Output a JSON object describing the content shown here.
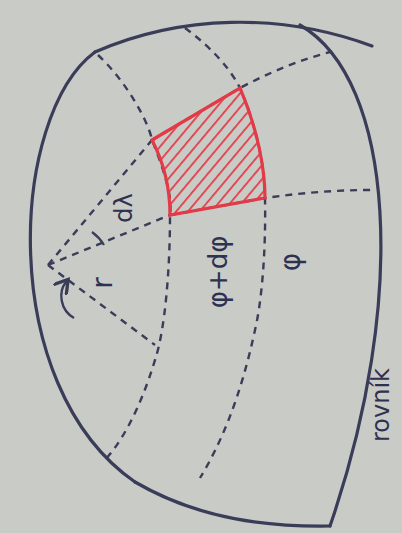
{
  "diagram": {
    "labels": [
      "dλ",
      "r",
      "φ+dφ",
      "φ",
      "rovník"
    ]
  }
}
